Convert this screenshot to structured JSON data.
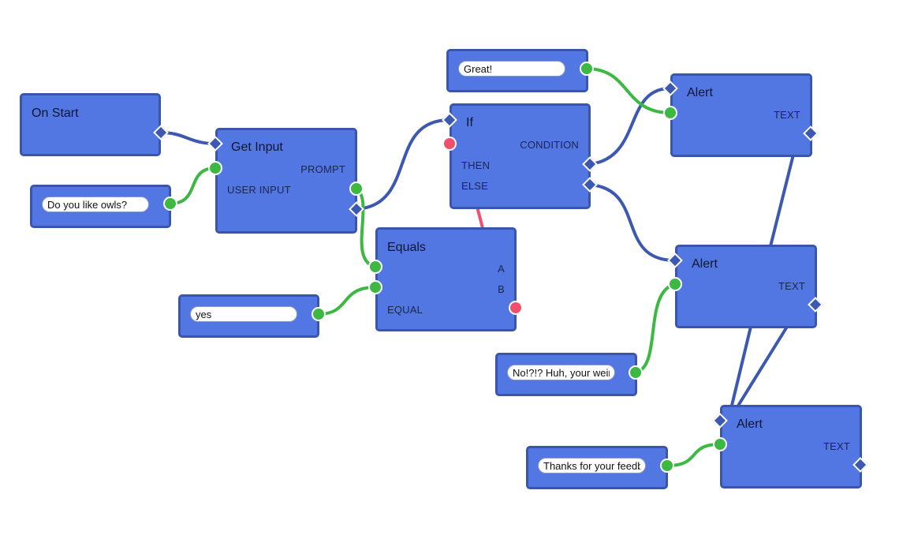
{
  "colors": {
    "node_fill": "#5277e2",
    "node_border": "#3a55ac",
    "exec_wire": "#3d58b0",
    "data_wire": "#3cb843",
    "bool_wire": "#f0506e"
  },
  "nodes": {
    "on_start": {
      "title": "On Start"
    },
    "get_input": {
      "title": "Get Input",
      "prompt_label": "PROMPT",
      "user_input_label": "USER INPUT"
    },
    "if_node": {
      "title": "If",
      "condition_label": "CONDITION",
      "then_label": "THEN",
      "else_label": "ELSE"
    },
    "equals": {
      "title": "Equals",
      "a_label": "A",
      "b_label": "B",
      "equal_label": "EQUAL"
    },
    "alert_1": {
      "title": "Alert",
      "text_label": "TEXT"
    },
    "alert_2": {
      "title": "Alert",
      "text_label": "TEXT"
    },
    "alert_3": {
      "title": "Alert",
      "text_label": "TEXT"
    }
  },
  "inputs": {
    "prompt_text": "Do you like owls?",
    "compare_text": "yes",
    "great_text": "Great!",
    "no_text": "No!?!? Huh, your weird",
    "thanks_text": "Thanks for your feedback"
  }
}
